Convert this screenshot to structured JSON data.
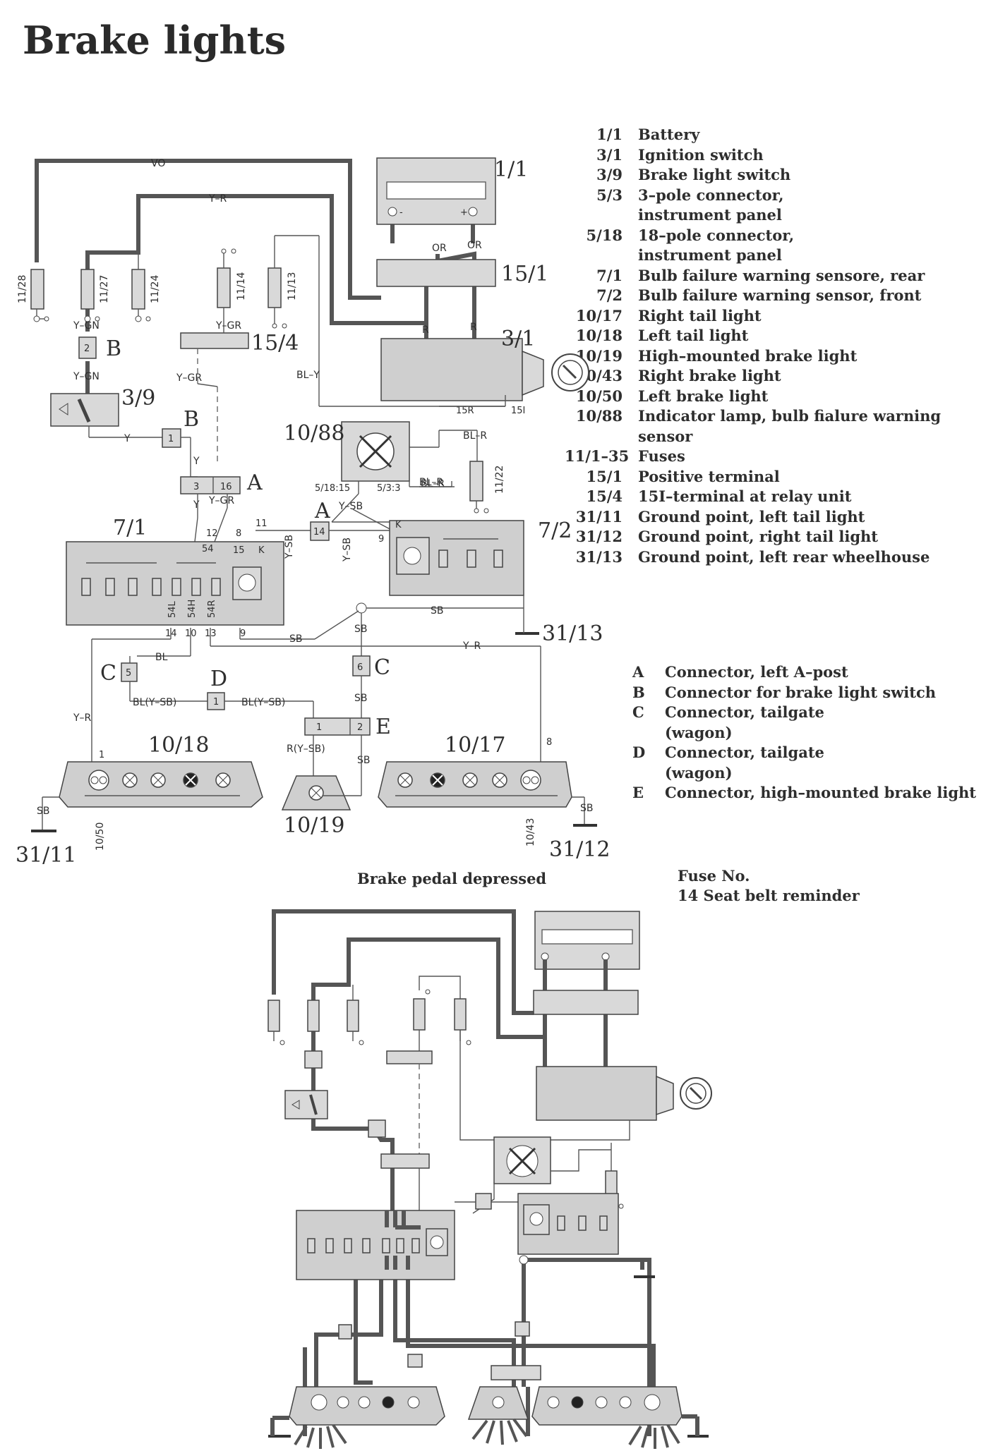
{
  "title": "Brake lights",
  "legend": [
    {
      "code": "1/1",
      "text": "Battery"
    },
    {
      "code": "3/1",
      "text": "Ignition switch"
    },
    {
      "code": "3/9",
      "text": "Brake light switch"
    },
    {
      "code": "5/3",
      "text": "3–pole connector,"
    },
    {
      "code": "",
      "text": "instrument panel"
    },
    {
      "code": "5/18",
      "text": "18–pole connector,"
    },
    {
      "code": "",
      "text": "instrument panel"
    },
    {
      "code": "7/1",
      "text": "Bulb failure warning sensore, rear"
    },
    {
      "code": "7/2",
      "text": "Bulb failure warning sensor, front"
    },
    {
      "code": "10/17",
      "text": "Right tail light"
    },
    {
      "code": "10/18",
      "text": "Left tail light"
    },
    {
      "code": "10/19",
      "text": "High–mounted brake light"
    },
    {
      "code": "10/43",
      "text": "Right brake light"
    },
    {
      "code": "10/50",
      "text": "Left brake light"
    },
    {
      "code": "10/88",
      "text": "Indicator lamp, bulb fialure warning"
    },
    {
      "code": "",
      "text": "sensor"
    },
    {
      "code": "11/1–35",
      "text": "Fuses"
    },
    {
      "code": "15/1",
      "text": "Positive terminal"
    },
    {
      "code": "15/4",
      "text": "15I–terminal at relay unit"
    },
    {
      "code": "31/11",
      "text": "Ground point, left tail light"
    },
    {
      "code": "31/12",
      "text": "Ground point, right tail light"
    },
    {
      "code": "31/13",
      "text": "Ground point, left rear wheelhouse"
    }
  ],
  "connectors": [
    {
      "code": "A",
      "text": "Connector, left A–post"
    },
    {
      "code": "B",
      "text": "Connector for brake light switch"
    },
    {
      "code": "C",
      "text": "Connector, tailgate"
    },
    {
      "code": "",
      "text": "(wagon)"
    },
    {
      "code": "D",
      "text": "Connector, tailgate"
    },
    {
      "code": "",
      "text": "(wagon)"
    },
    {
      "code": "E",
      "text": "Connector, high–mounted brake light"
    }
  ],
  "caption": "Brake pedal depressed",
  "fuse_note": {
    "line1": "Fuse No.",
    "line2": "14 Seat belt reminder"
  },
  "diagram": {
    "refs": {
      "battery": "1/1",
      "positive": "15/1",
      "ignition": "3/1",
      "relay": "15/4",
      "switch": "3/9",
      "indicator": "10/88",
      "sensor_rear": "7/1",
      "sensor_front": "7/2",
      "ground13": "31/13",
      "left_tail": "10/18",
      "right_tail": "10/17",
      "high_brake": "10/19",
      "ground11": "31/11",
      "ground12": "31/12",
      "left_brake": "10/50",
      "right_brake": "10/43",
      "fuse28": "11/28",
      "fuse27": "11/27",
      "fuse24": "11/24",
      "fuse14": "11/14",
      "fuse13": "11/13",
      "fuse22": "11/22"
    },
    "letters": {
      "A": "A",
      "B": "B",
      "C": "C",
      "D": "D",
      "E": "E"
    },
    "wires": {
      "vo": "VO",
      "yr": "Y–R",
      "ygn": "Y–GN",
      "ygr": "Y–GR",
      "bly": "BL–Y",
      "blr": "BL–R",
      "y": "Y",
      "ysb": "Y–SB",
      "sb": "SB",
      "bl": "BL",
      "blysb": "BL(Y–SB)",
      "rysb": "R(Y–SB)",
      "or": "OR",
      "r": "R"
    },
    "pins": {
      "p2": "2",
      "p1": "1",
      "p3": "3",
      "p16": "16",
      "p14": "14",
      "p12": "12",
      "p8": "8",
      "p11": "11",
      "p54": "54",
      "p15": "15",
      "pK": "K",
      "p10": "10",
      "p13": "13",
      "p9": "9",
      "p5": "5",
      "p6": "6",
      "p54L": "54L",
      "p54H": "54H",
      "p54R": "54R",
      "c518": "5/18:15",
      "c53": "5/3:3",
      "r15": "15R",
      "i15": "15I",
      "minus": "-",
      "plus": "+"
    }
  }
}
